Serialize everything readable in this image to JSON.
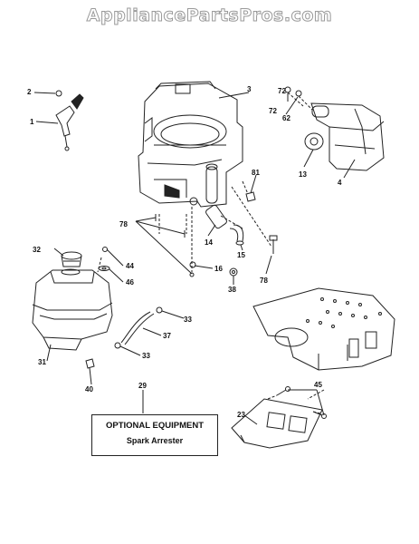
{
  "watermark": "AppliancePartsPros.com",
  "labels": {
    "l1": "1",
    "l2": "2",
    "l3": "3",
    "l4": "4",
    "l13": "13",
    "l14": "14",
    "l15": "15",
    "l16": "16",
    "l23": "23",
    "l29": "29",
    "l31": "31",
    "l32": "32",
    "l33a": "33",
    "l33b": "33",
    "l37": "37",
    "l38": "38",
    "l40": "40",
    "l44": "44",
    "l45": "45",
    "l46": "46",
    "l62": "62",
    "l72": "72",
    "l78a": "78",
    "l78b": "78",
    "l81": "81"
  },
  "optional_box": {
    "title": "OPTIONAL EQUIPMENT",
    "subtitle": "Spark Arrester"
  }
}
